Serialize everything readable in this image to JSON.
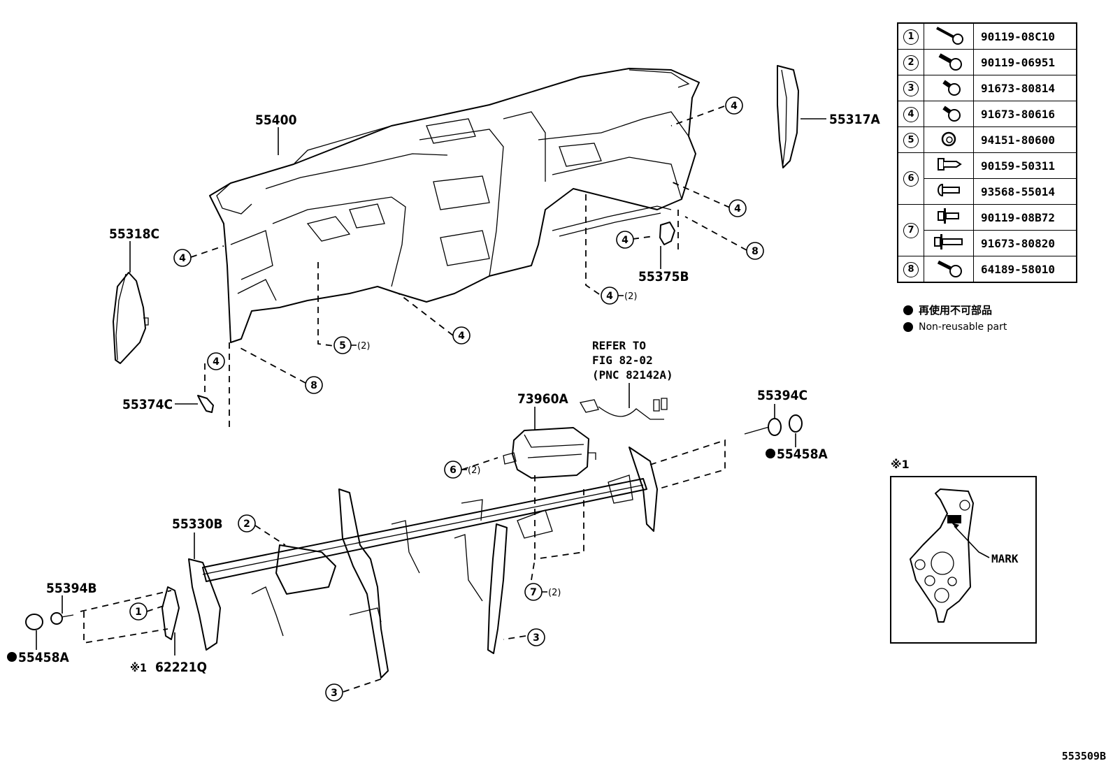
{
  "diagram": {
    "code": "553509B",
    "parts": {
      "instrument_panel": "55400",
      "side_cover_rh": "55317A",
      "side_cover_lh": "55318C",
      "bracket_rh": "55375B",
      "bracket_lh": "55374C",
      "airbag": "73960A",
      "reinforcement": "55330B",
      "hole_cover_rh": "55394C",
      "cap_rh": "55458A",
      "hole_cover_lh": "55394B",
      "cap_lh": "55458A",
      "bracket_detail": "62221Q",
      "bracket_detail_ref": "※1"
    },
    "refer_note": [
      "REFER TO",
      "FIG 82-02",
      "(PNC 82142A)"
    ],
    "callouts": [
      {
        "num": "4",
        "qty": ""
      },
      {
        "num": "4",
        "qty": ""
      },
      {
        "num": "4",
        "qty": ""
      },
      {
        "num": "4",
        "qty": ""
      },
      {
        "num": "4",
        "qty": "(2)"
      },
      {
        "num": "4",
        "qty": ""
      },
      {
        "num": "4",
        "qty": ""
      },
      {
        "num": "5",
        "qty": "(2)"
      },
      {
        "num": "8",
        "qty": ""
      },
      {
        "num": "8",
        "qty": ""
      },
      {
        "num": "6",
        "qty": "(2)"
      },
      {
        "num": "2",
        "qty": ""
      },
      {
        "num": "1",
        "qty": ""
      },
      {
        "num": "7",
        "qty": "(2)"
      },
      {
        "num": "3",
        "qty": ""
      },
      {
        "num": "3",
        "qty": ""
      }
    ]
  },
  "fastener_table": [
    {
      "num": "1",
      "icon": "long-flange-bolt-icon",
      "parts": [
        "90119-08C10"
      ]
    },
    {
      "num": "2",
      "icon": "flange-bolt-icon",
      "parts": [
        "90119-06951"
      ]
    },
    {
      "num": "3",
      "icon": "short-flange-bolt-icon",
      "parts": [
        "91673-80814"
      ]
    },
    {
      "num": "4",
      "icon": "short-flange-bolt-icon",
      "parts": [
        "91673-80616"
      ]
    },
    {
      "num": "5",
      "icon": "flange-nut-icon",
      "parts": [
        "94151-80600"
      ]
    },
    {
      "num": "6",
      "icon": "screw-icon",
      "parts": [
        "90159-50311",
        "93568-55014"
      ]
    },
    {
      "num": "7",
      "icon": "washer-bolt-icon",
      "parts": [
        "90119-08B72",
        "91673-80820"
      ]
    },
    {
      "num": "8",
      "icon": "tapping-screw-icon",
      "parts": [
        "64189-58010"
      ]
    }
  ],
  "legend": {
    "jp": "再使用不可部品",
    "en": "Non-reusable part"
  },
  "detail": {
    "ref": "※1",
    "mark_label": "MARK"
  }
}
